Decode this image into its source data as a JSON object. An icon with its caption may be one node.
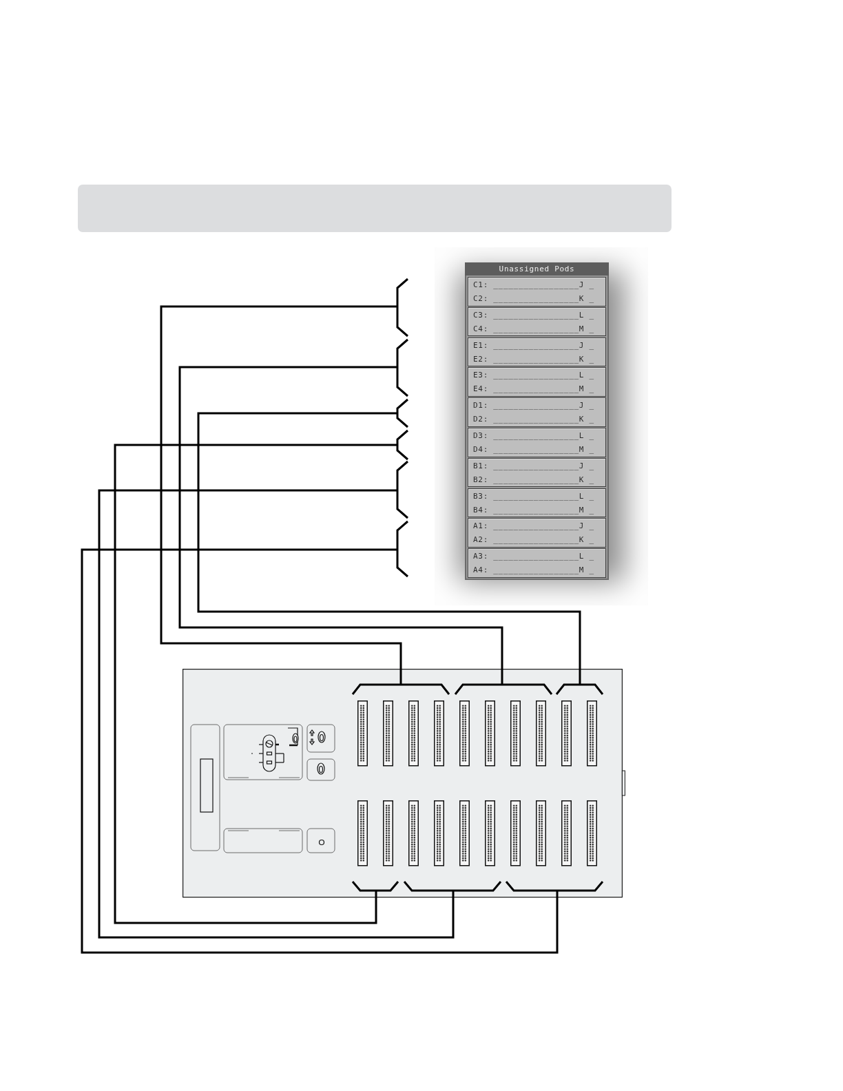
{
  "diagram": {
    "nodes": [
      {
        "text": [
          "Unassigned Pods"
        ]
      },
      {
        "text": [
          "C1: _________________J _",
          "C2: _________________K _"
        ],
        "in": 0
      },
      {
        "text": [
          "C3: _________________L _",
          "C4: _________________M _"
        ],
        "in": 0
      },
      {
        "text": [
          "E1: _________________J _",
          "E2: _________________K _"
        ],
        "in": 0
      },
      {
        "text": [
          "E3: _________________L _",
          "E4: _________________M _"
        ],
        "in": 0
      },
      {
        "text": [
          "D1: _________________J _",
          "D2: _________________K _"
        ],
        "in": 0
      },
      {
        "text": [
          "D3: _________________L _",
          "D4: _________________M _"
        ],
        "in": 0
      },
      {
        "text": [
          "B1: _________________J _",
          "B2: _________________K _"
        ],
        "in": 0
      },
      {
        "text": [
          "B3: _________________L _",
          "B4: _________________M _"
        ],
        "in": 0
      },
      {
        "text": [
          "A1: _________________J _",
          "A2: _________________K _"
        ],
        "in": 0
      },
      {
        "text": [
          "A3: _________________L _",
          "A4: _________________M _"
        ],
        "in": 0
      },
      {
        "text": [],
        "shape": "bracket"
      },
      {
        "text": [],
        "shape": "bracket"
      },
      {
        "text": [],
        "shape": "bracket"
      },
      {
        "text": [],
        "shape": "bracket"
      },
      {
        "text": [],
        "shape": "bracket"
      },
      {
        "text": [],
        "shape": "bracket"
      },
      {
        "text": [],
        "shape": "picture"
      },
      {
        "text": [],
        "shape": "connector",
        "in": 17
      },
      {
        "text": [],
        "shape": "connector",
        "in": 17
      },
      {
        "text": [],
        "shape": "connector",
        "in": 17
      },
      {
        "text": [],
        "shape": "connector",
        "in": 17
      },
      {
        "text": [],
        "shape": "connector",
        "in": 17
      },
      {
        "text": [],
        "shape": "connector",
        "in": 17
      }
    ],
    "edges": [
      {
        "from": 11,
        "to": 18,
        "arrow": "none"
      },
      {
        "from": 12,
        "to": 19,
        "arrow": "none"
      },
      {
        "from": 13,
        "to": 20,
        "arrow": "none"
      },
      {
        "from": 14,
        "to": 21,
        "arrow": "none"
      },
      {
        "from": 15,
        "to": 22,
        "arrow": "none"
      },
      {
        "from": 16,
        "to": 23,
        "arrow": "none"
      }
    ]
  }
}
